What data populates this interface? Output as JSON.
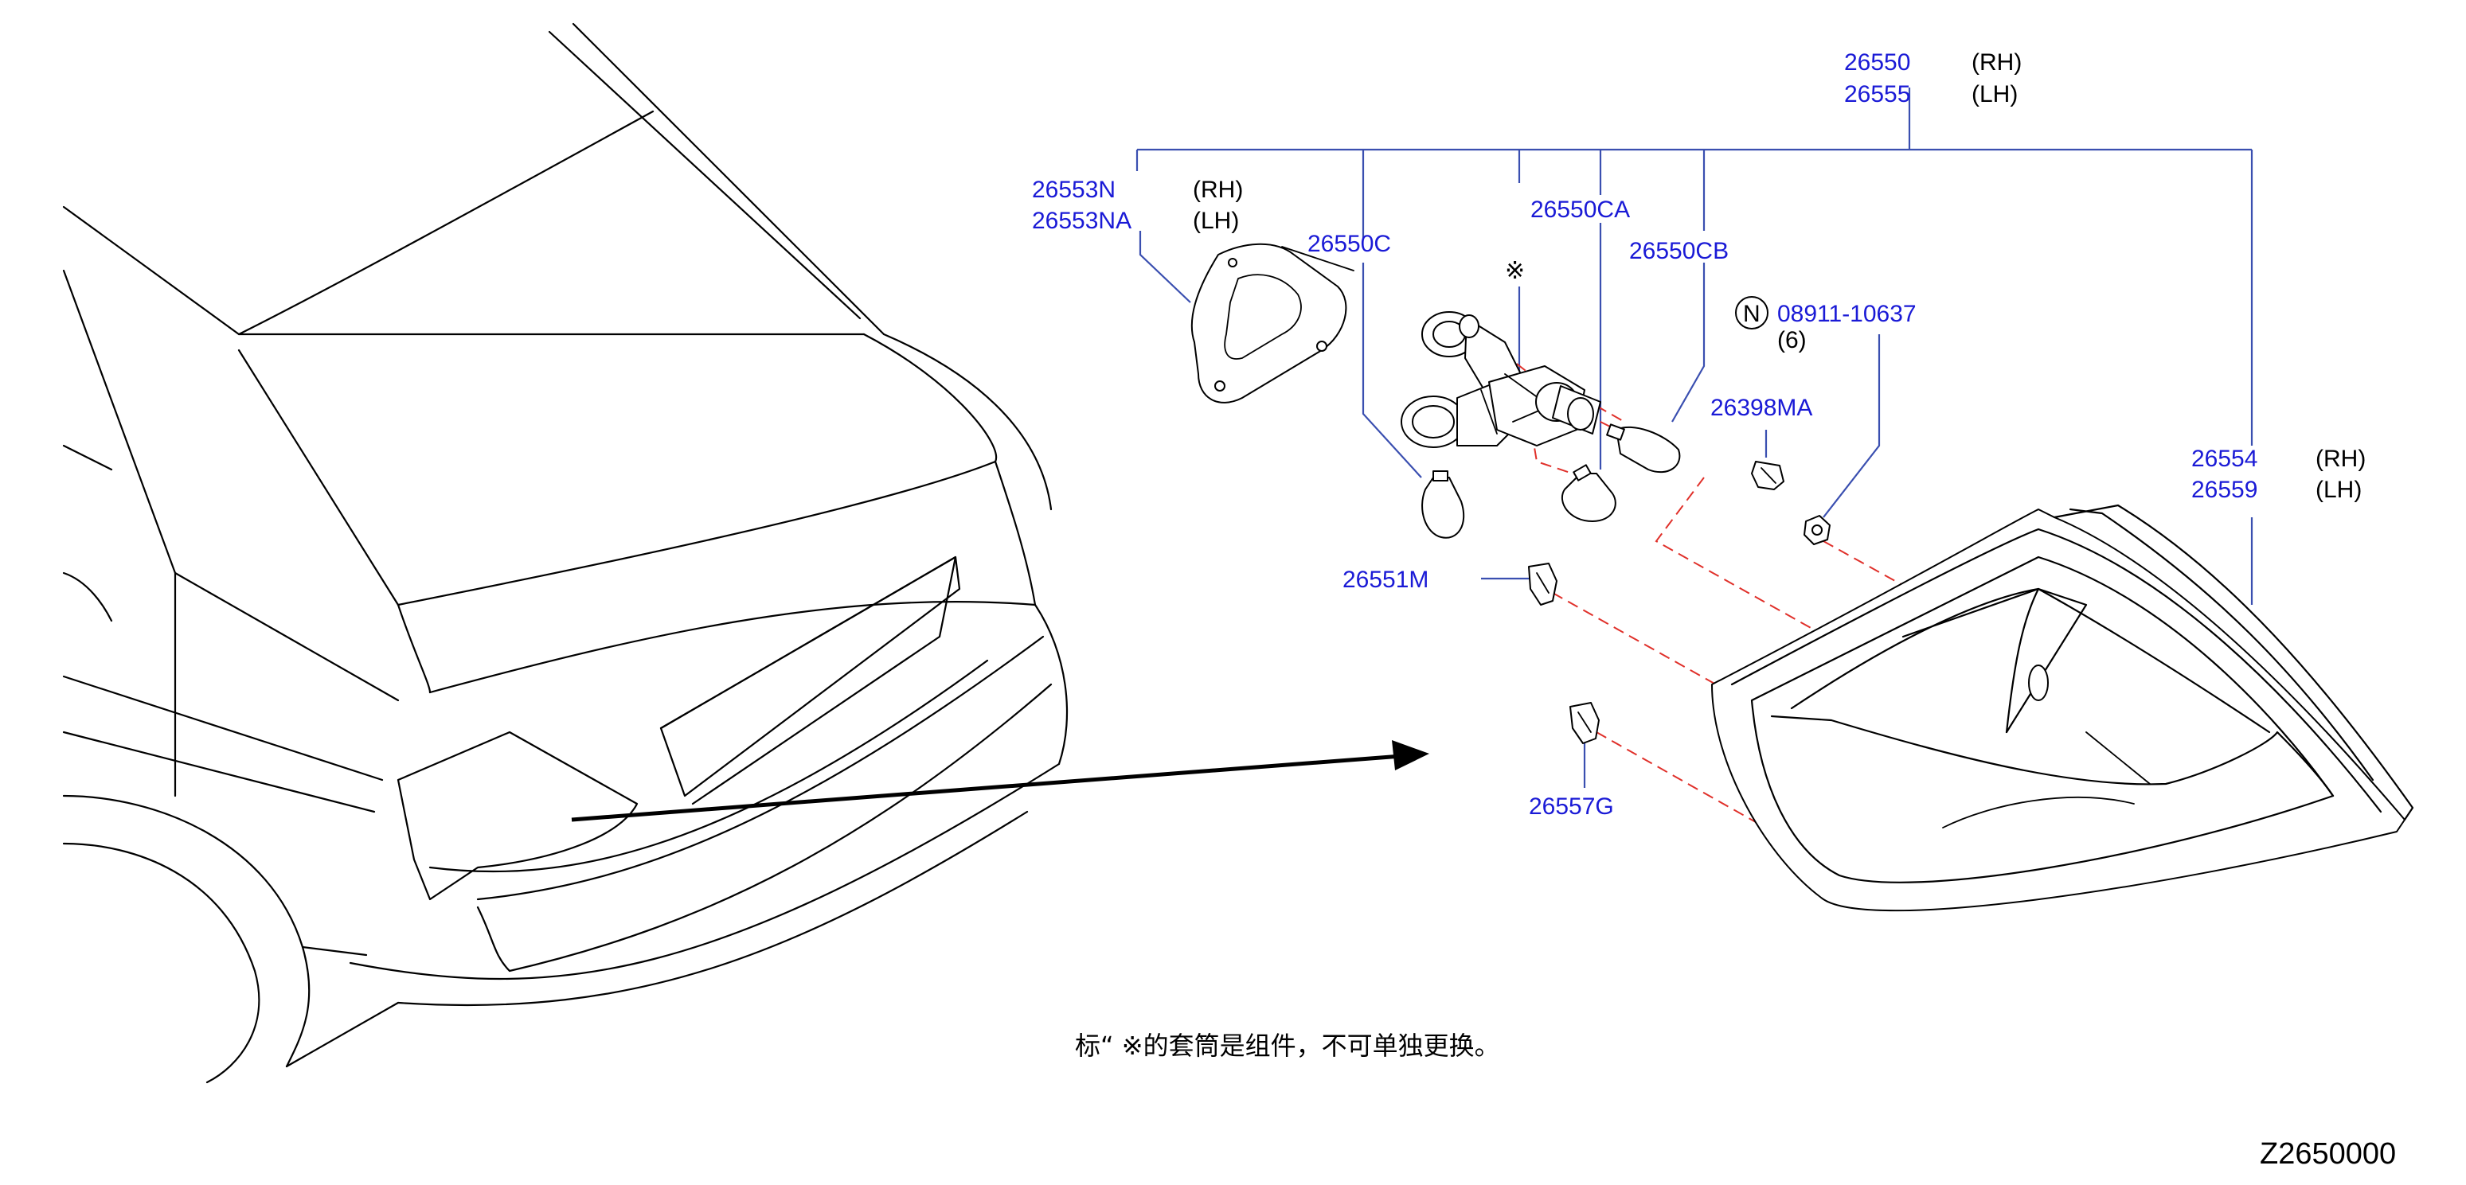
{
  "diagram_code": "Z2650000",
  "note": {
    "text": "标“  ※的套筒是组件，不可单独更换。"
  },
  "markers": {
    "asterisk": "※",
    "n_symbol": "N"
  },
  "parts": {
    "assembly_rh": {
      "number": "26550",
      "side": "(RH)"
    },
    "assembly_lh": {
      "number": "26555",
      "side": "(LH)"
    },
    "gasket_rh": {
      "number": "26553N",
      "side": "(RH)"
    },
    "gasket_lh": {
      "number": "26553NA",
      "side": "(LH)"
    },
    "socket_c": {
      "number": "26550C"
    },
    "socket_ca": {
      "number": "26550CA"
    },
    "socket_cb": {
      "number": "26550CB"
    },
    "nut": {
      "number": "08911-10637",
      "qty": "(6)"
    },
    "clip_ma": {
      "number": "26398MA"
    },
    "lens_rh": {
      "number": "26554",
      "side": "(RH)"
    },
    "lens_lh": {
      "number": "26559",
      "side": "(LH)"
    },
    "clip_m": {
      "number": "26551M"
    },
    "clip_g": {
      "number": "26557G"
    }
  }
}
